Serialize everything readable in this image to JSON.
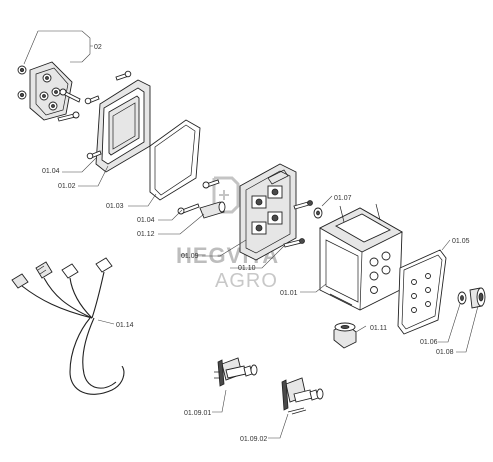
{
  "watermark": {
    "line1": "HEGVITA",
    "line2": "AGRO"
  },
  "labels": {
    "l_02": "02",
    "l_0104a": "01.04",
    "l_0102": "01.02",
    "l_0103": "01.03",
    "l_0104b": "01.04",
    "l_0112": "01.12",
    "l_0109": "01.09",
    "l_0110": "01.10",
    "l_0101": "01.01",
    "l_0107": "01.07",
    "l_0105": "01.05",
    "l_0111": "01.11",
    "l_0106": "01.06",
    "l_0108": "01.08",
    "l_0114": "01.14",
    "l_010901": "01.09.01",
    "l_010902": "01.09.02"
  }
}
